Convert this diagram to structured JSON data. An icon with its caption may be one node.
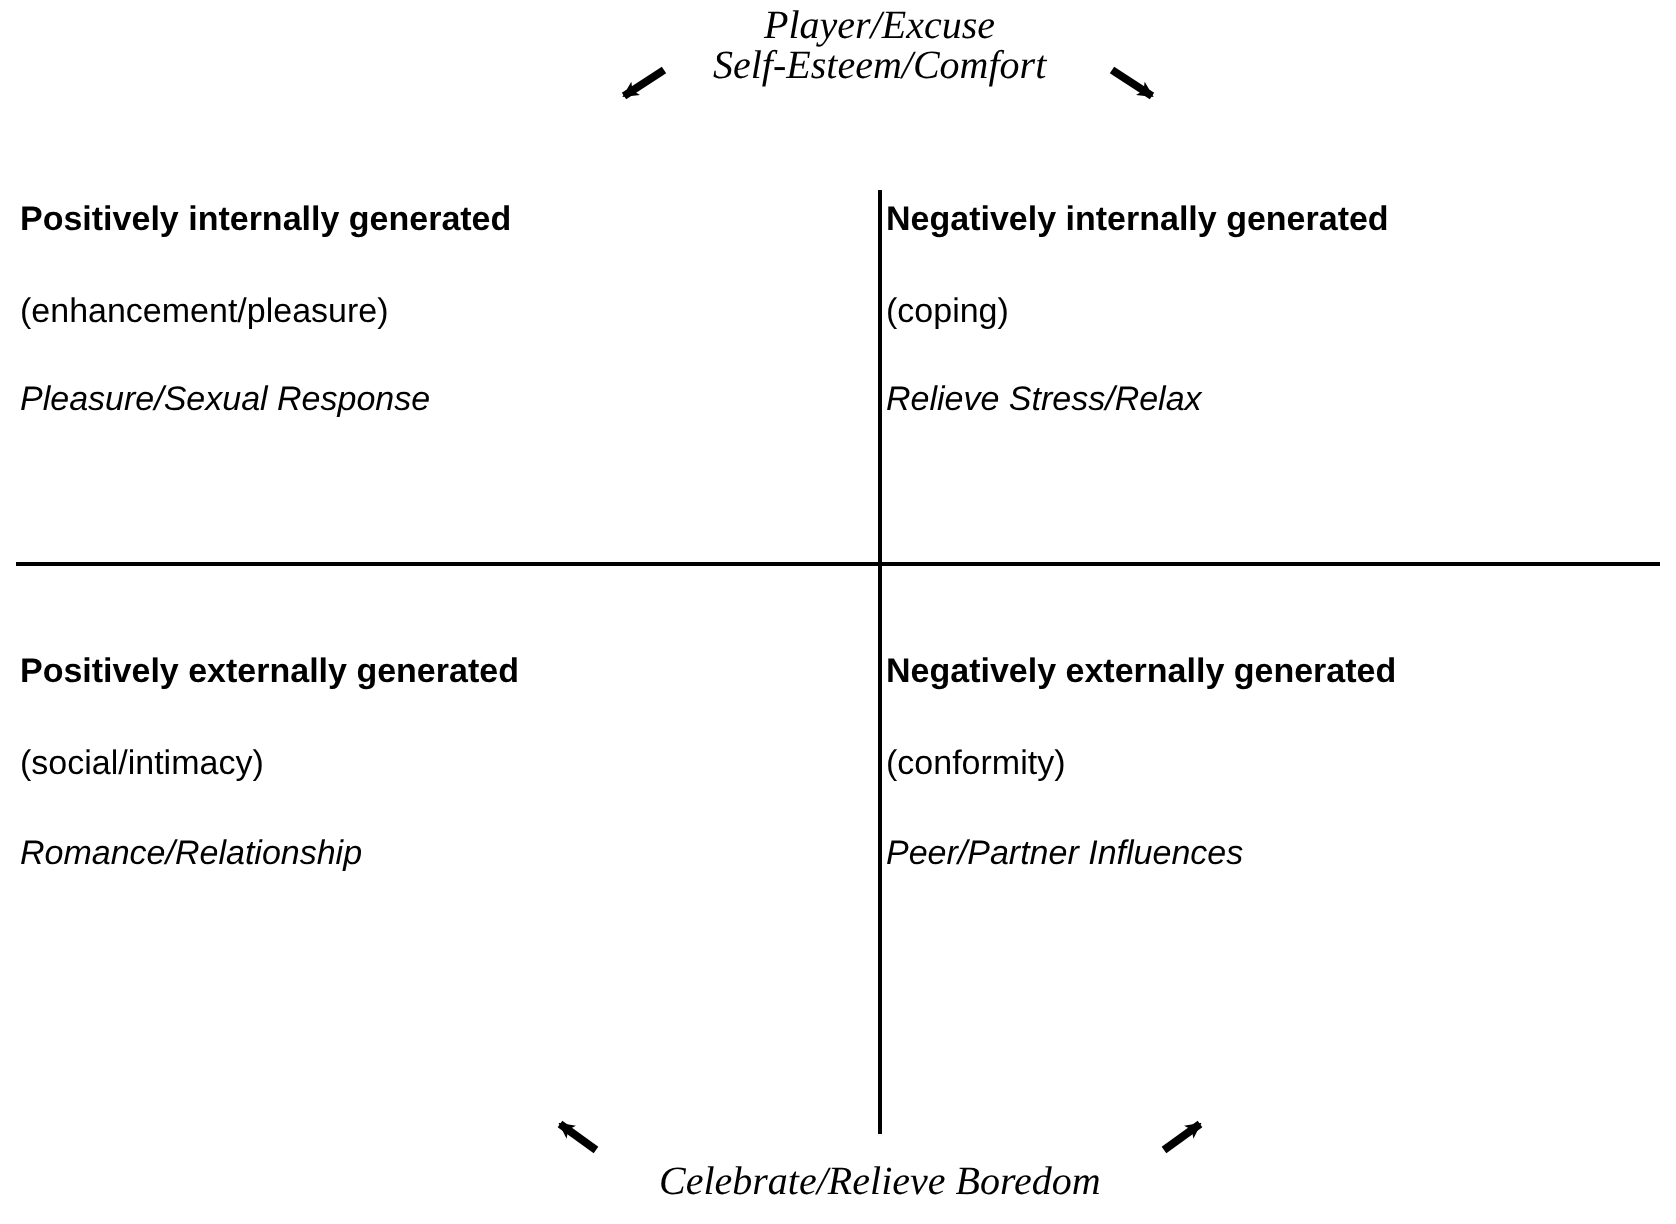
{
  "diagram": {
    "labels": [
      "Player/Excuse",
      "Self-Esteem/Comfort",
      "Positively internally generated",
      "Negatively internally generated",
      "(enhancement/pleasure)",
      "(coping)",
      "Pleasure/Sexual Response",
      "Relieve Stress/Relax",
      "Positively externally generated",
      "Negatively externally generated",
      "(social/intimacy)",
      "(conformity)",
      "Romance/Relationship",
      "Peer/Partner Influences",
      "Celebrate/Relieve Boredom"
    ]
  }
}
